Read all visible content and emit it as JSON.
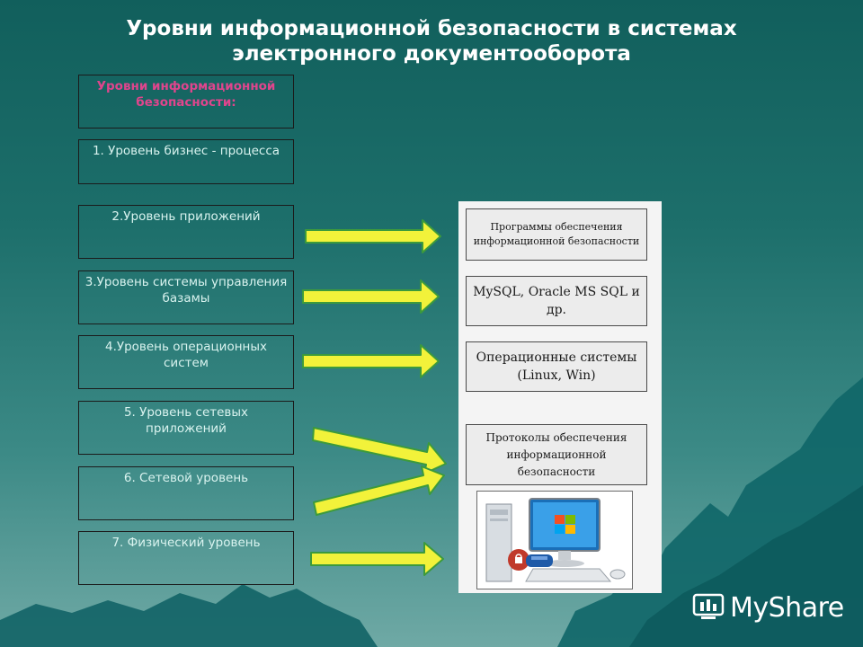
{
  "title": {
    "line1": "Уровни информационной безопасности в системах",
    "line2": "электронного документооборота"
  },
  "levels": {
    "header": "Уровни информационной безопасности:",
    "items": [
      "1. Уровень бизнес - процесса",
      "2.Уровень приложений",
      "3.Уровень системы управления базамы",
      "4.Уровень операционных систем",
      "5. Уровень сетевых приложений",
      "6. Сетевой уровень",
      "7. Физический уровень"
    ]
  },
  "panel": {
    "box1": "Программы обеспечения информационной безопасности",
    "box2": "MySQL, Oracle MS SQL и др.",
    "box3": "Операционные системы (Linux, Win)",
    "box4": "Протоколы обеспечения информационной безопасности"
  },
  "logo": {
    "text": "MyShare"
  },
  "colors": {
    "arrow_fill": "#f2f23a",
    "arrow_stroke": "#3c9a3c",
    "header_text": "#e0458d"
  },
  "icons": {
    "pc_image": "computer-security-icon",
    "logo": "myshared-logo-icon"
  }
}
